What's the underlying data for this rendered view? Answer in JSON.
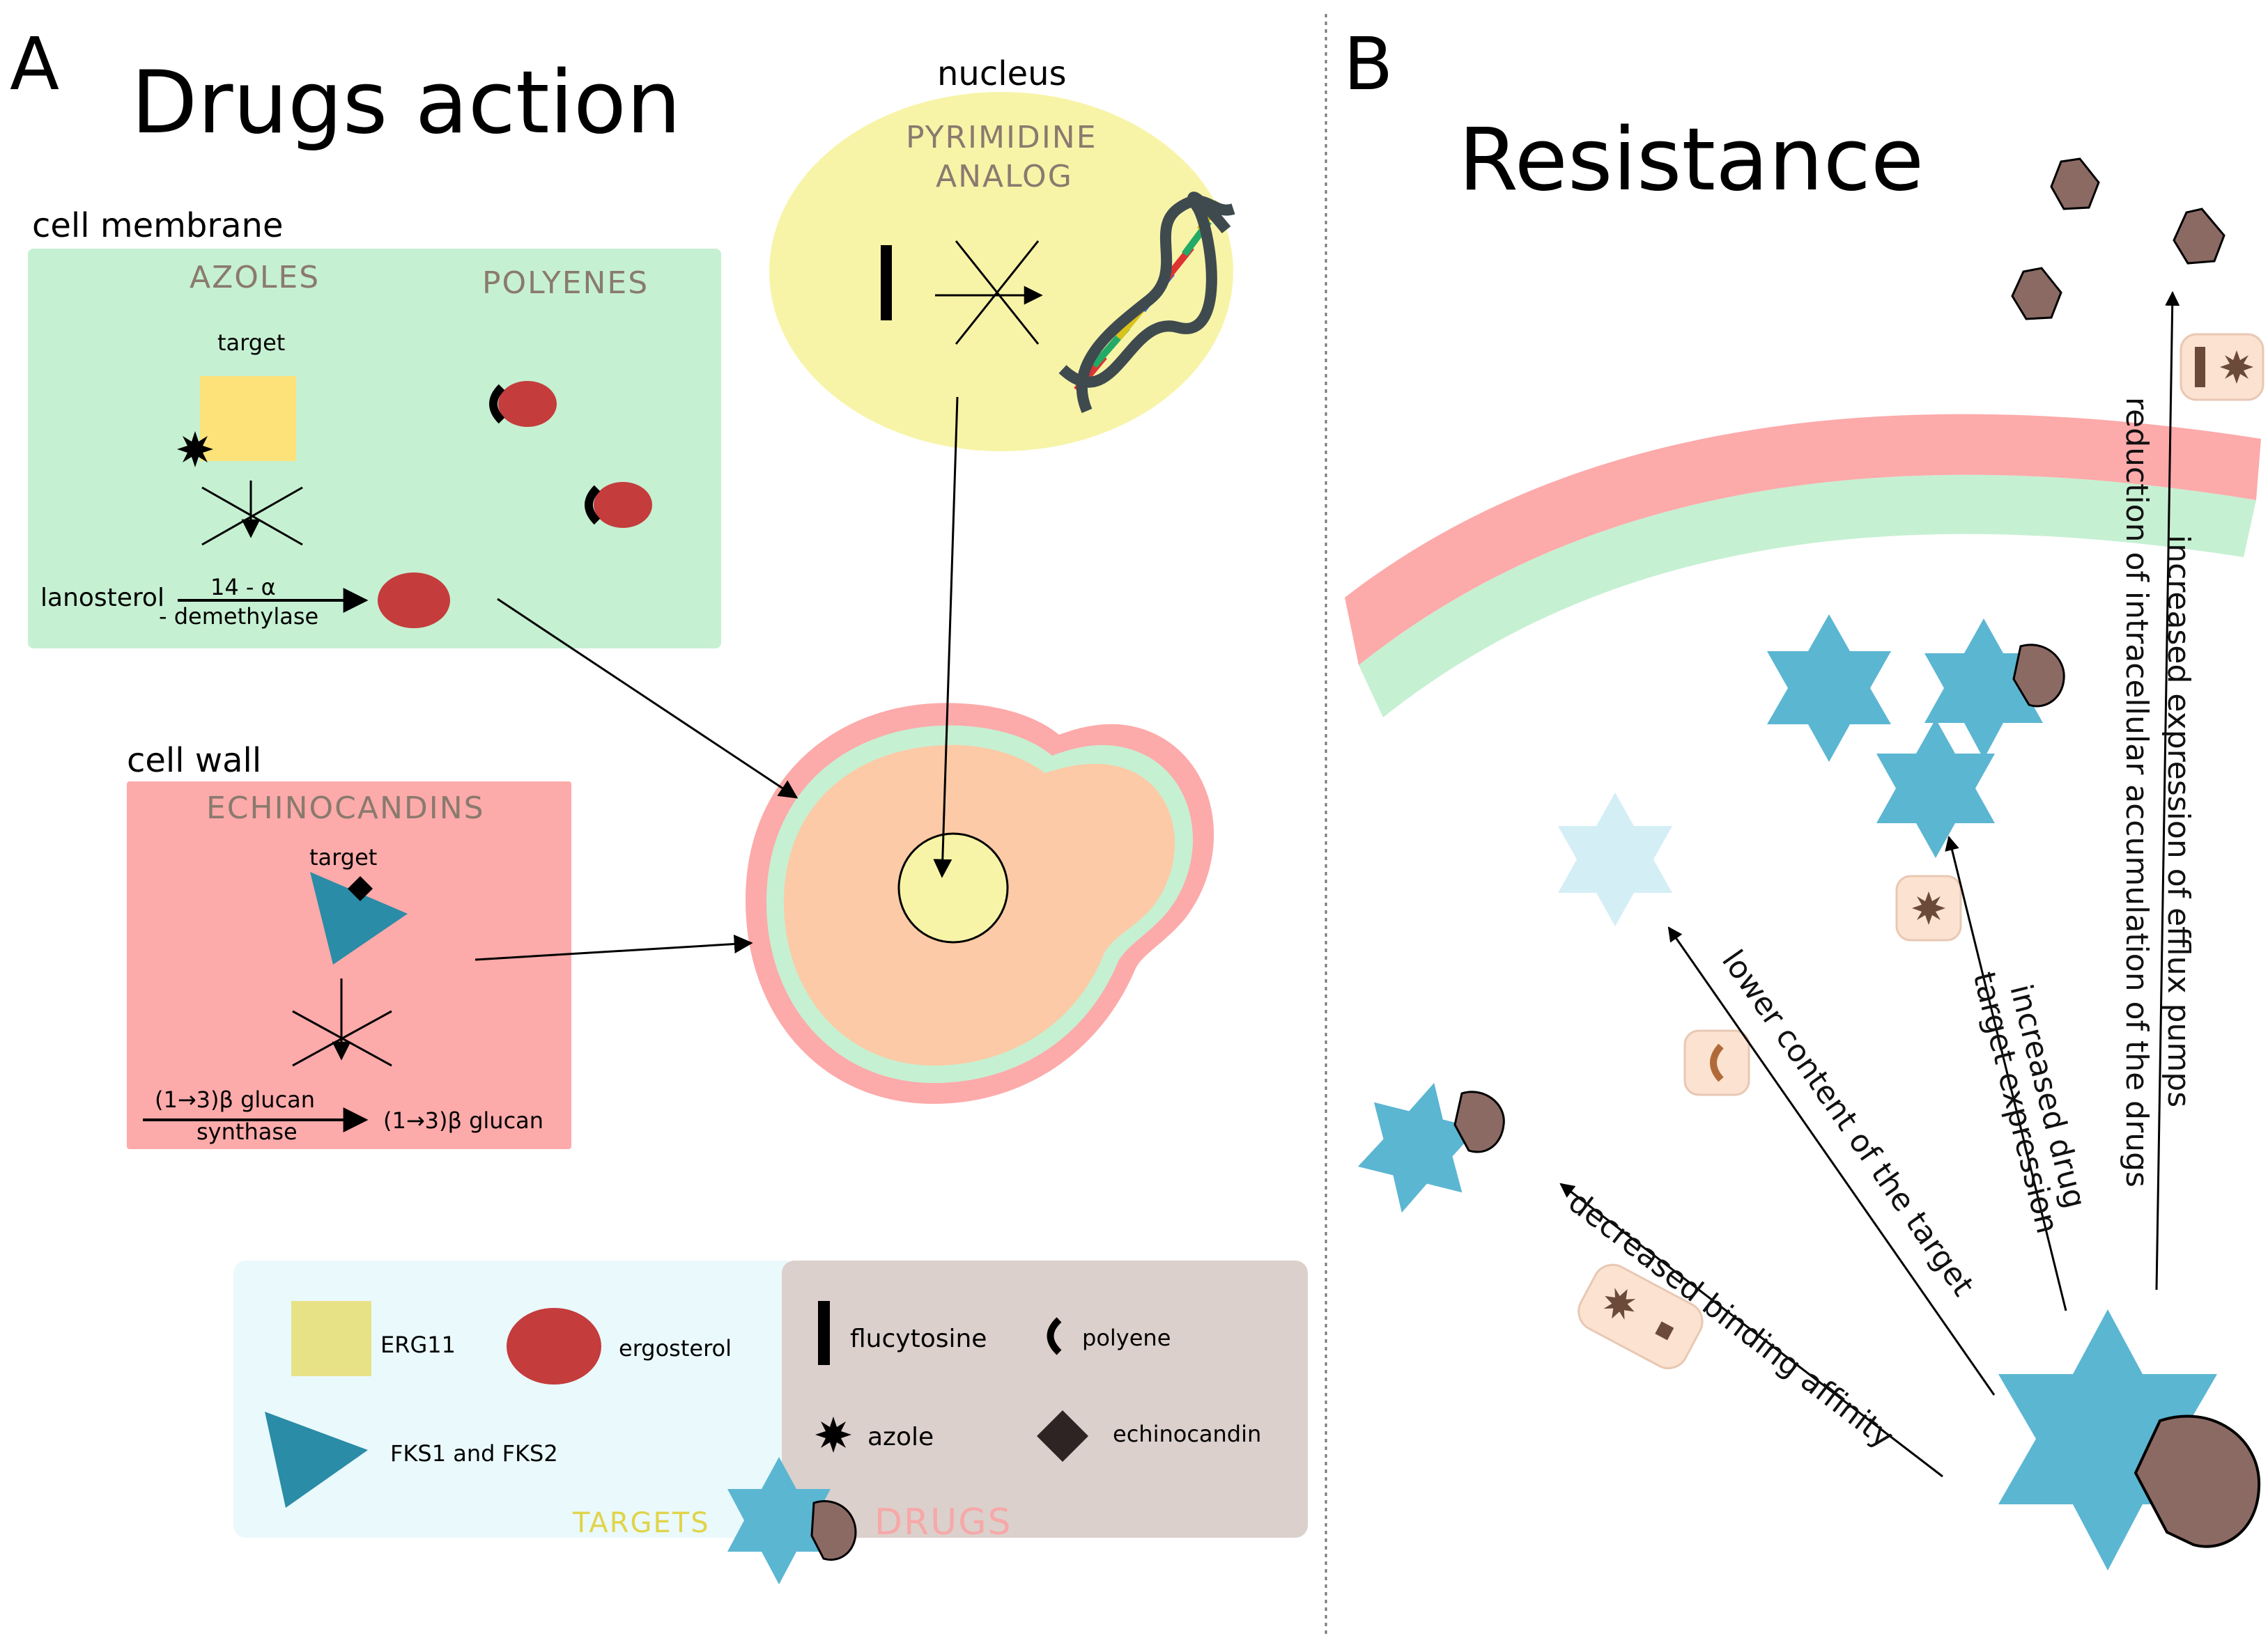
{
  "panel_a": {
    "letter": "A",
    "title": "Drugs action",
    "cell_membrane": {
      "label": "cell membrane",
      "azoles": "AZOLES",
      "polyenes": "POLYENES",
      "target": "target",
      "lanosterol": "lanosterol",
      "enzyme_line1": "14 - α",
      "enzyme_line2": "- demethylase"
    },
    "nucleus": {
      "label": "nucleus",
      "drug_line1": "PYRIMIDINE",
      "drug_line2": "ANALOG"
    },
    "cell_wall": {
      "label": "cell wall",
      "echinocandins": "ECHINOCANDINS",
      "target": "target",
      "enzyme_line1": "(1→3)β glucan",
      "enzyme_line2": "synthase",
      "product": "(1→3)β glucan"
    },
    "legend": {
      "targets_title": "TARGETS",
      "drugs_title": "DRUGS",
      "erg11": "ERG11",
      "ergosterol": "ergosterol",
      "fks": "FKS1 and FKS2",
      "flucytosine": "flucytosine",
      "polyene": "polyene",
      "azole": "azole",
      "echinocandin": "echinocandin"
    }
  },
  "panel_b": {
    "letter": "B",
    "title": "Resistance",
    "mechanisms": {
      "efflux_line1": "increased expression of efflux pumps",
      "efflux_line2": "reduction of intracellular accumulation of the drugs",
      "target_expr_line1": "increased drug",
      "target_expr_line2": "target expression",
      "lower_content": "lower content of the target",
      "binding": "decreased binding affinity"
    }
  },
  "colors": {
    "membrane_green": "#c6f0d2",
    "wall_pink": "#fdaaaa",
    "nucleus_yellow": "#f7f4a8",
    "cytoplasm": "#fccaa6",
    "erg11_yellow": "#fde27a",
    "ergosterol_red": "#c43c3c",
    "fks_teal": "#2a8ca6",
    "target_blue": "#5bb6d2",
    "drug_brown": "#8c6a64",
    "targets_bg": "#eaf9fc",
    "drugs_bg": "#dcd0cc",
    "pump_beige": "#fce2d0",
    "label_grey": "#8a7a6e",
    "targets_title": "#e0d44a",
    "drugs_title": "#f7a8a8"
  }
}
